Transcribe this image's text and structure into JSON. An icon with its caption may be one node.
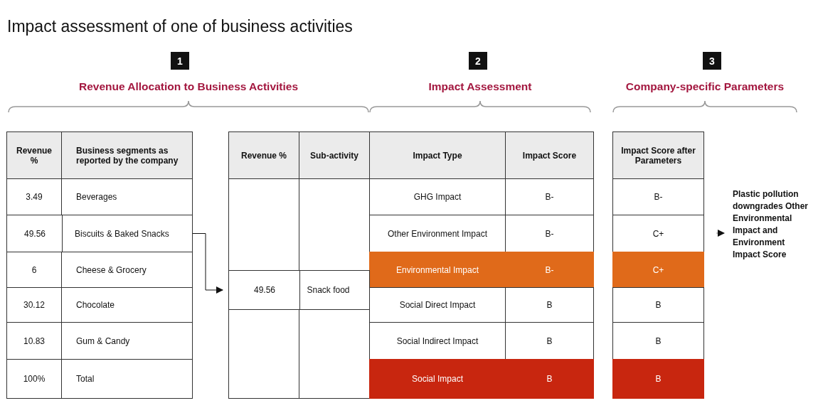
{
  "diagram": {
    "title": "Impact assessment of one of business activities",
    "nodes": [
      {
        "text": [
          "49.56",
          "Biscuits & Baked Snacks"
        ]
      },
      {
        "text": [
          "49.56",
          "Snack food"
        ]
      },
      {
        "text": [
          "Plastic pollution downgrades Other Environmental Impact and Environment Impact Score"
        ]
      }
    ],
    "edges": [
      {
        "from": 0,
        "to": 1,
        "arrow": "to"
      },
      {
        "from": null,
        "to": 2,
        "arrow": "to"
      }
    ],
    "labels": [
      "1",
      "Revenue Allocation to Business Activities",
      "2",
      "Impact Assessment",
      "3",
      "Company-specific Parameters",
      "Revenue %",
      "Business segments as reported by the company",
      "3.49",
      "Beverages",
      "6",
      "Cheese & Grocery",
      "30.12",
      "Chocolate",
      "10.83",
      "Gum & Candy",
      "100%",
      "Total",
      "Revenue %",
      "Sub-activity",
      "Impact Type",
      "Impact Score",
      "Impact Score after Parameters",
      "GHG Impact",
      "B-",
      "B-",
      "Other Environment Impact",
      "B-",
      "C+",
      "Environmental Impact",
      "B-",
      "C+",
      "Social Direct Impact",
      "B",
      "B",
      "Social Indirect Impact",
      "B",
      "B",
      "Social Impact",
      "B",
      "B"
    ]
  }
}
